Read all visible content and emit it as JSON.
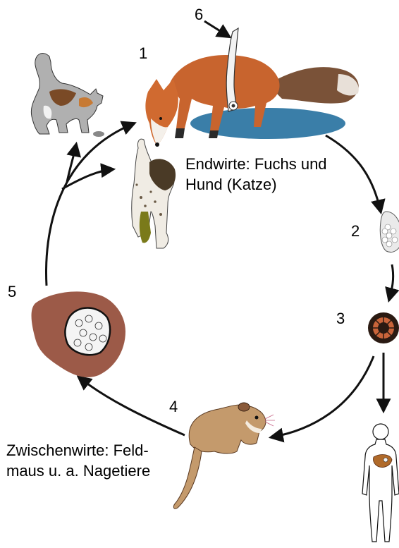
{
  "steps": [
    "1",
    "2",
    "3",
    "4",
    "5",
    "6"
  ],
  "labels": {
    "definitive_hosts_line1": "Endwirte: Fuchs und",
    "definitive_hosts_line2": "Hund (Katze)",
    "intermediate_hosts_line1": "Zwischenwirte: Feld-",
    "intermediate_hosts_line2": "maus u. a. Nagetiere"
  },
  "colors": {
    "fox": "#c8642e",
    "fox_tail": "#7a5238",
    "fox_shadow": "#3a7ea8",
    "liver": "#9c5a48",
    "mouse": "#c49a6c",
    "dog_liquid": "#7a7a1a",
    "arrows": "#111111"
  },
  "icons": [
    "cat-icon",
    "fox-icon",
    "dog-icon",
    "tapeworm-icon",
    "egg-icon",
    "oncosphere-icon",
    "liver-cyst-icon",
    "vole-icon",
    "human-icon",
    "human-liver-icon"
  ]
}
